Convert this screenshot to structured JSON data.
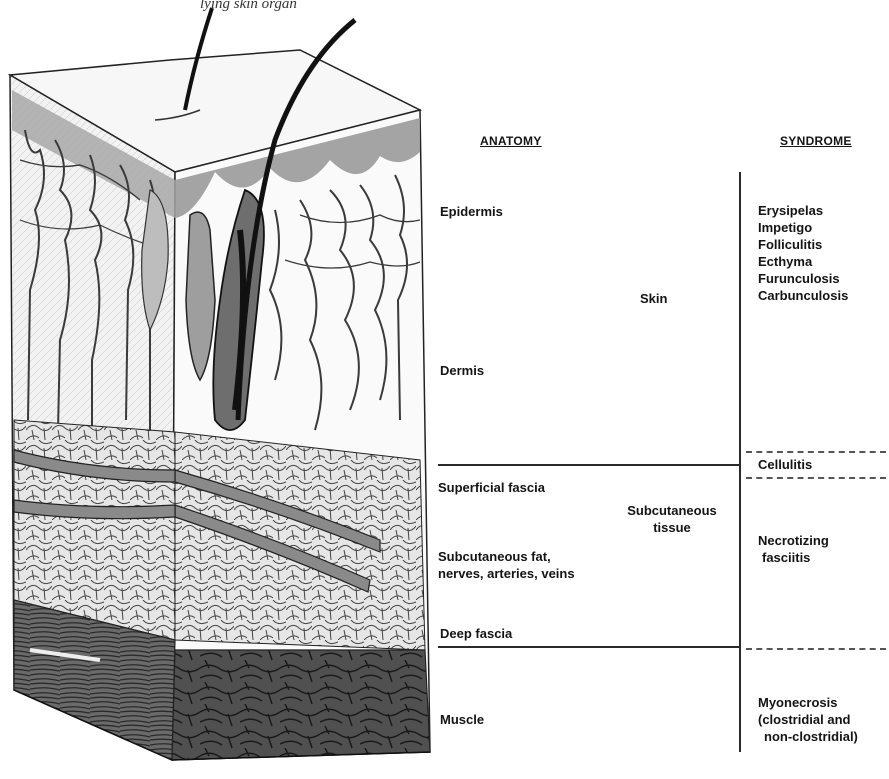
{
  "caption_fragment": "lying skin organ",
  "headers": {
    "anatomy": "ANATOMY",
    "syndrome": "SYNDROME"
  },
  "anatomy": {
    "epidermis": "Epidermis",
    "dermis": "Dermis",
    "skin": "Skin",
    "superficial_fascia": "Superficial fascia",
    "subcutaneous_tissue": [
      "Subcutaneous",
      "tissue"
    ],
    "subcutaneous_fat": [
      "Subcutaneous fat,",
      "nerves, arteries, veins"
    ],
    "deep_fascia": "Deep fascia",
    "muscle": "Muscle"
  },
  "syndromes": {
    "skin": [
      "Erysipelas",
      "Impetigo",
      "Folliculitis",
      "Ecthyma",
      "Furunculosis",
      "Carbunculosis"
    ],
    "cellulitis": "Cellulitis",
    "necrotizing": [
      "Necrotizing",
      "fasciitis"
    ],
    "myonecrosis": [
      "Myonecrosis",
      "(clostridial and",
      "non-clostridial)"
    ]
  }
}
